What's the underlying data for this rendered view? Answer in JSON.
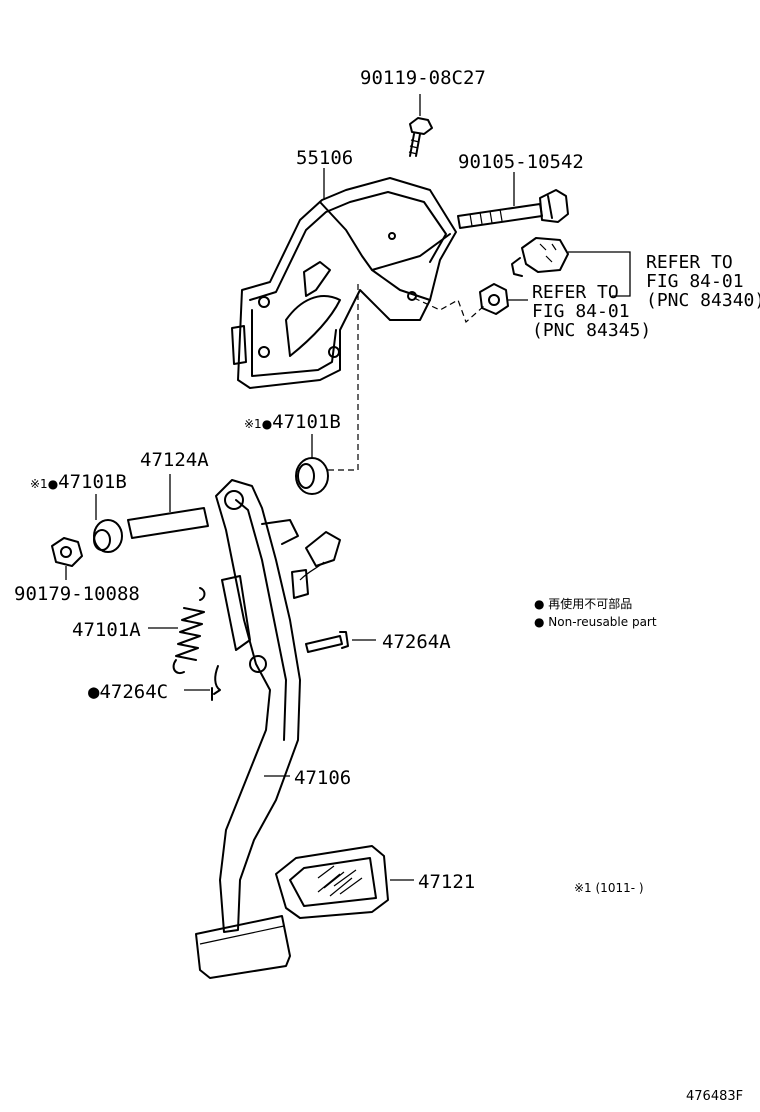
{
  "labels": {
    "bolt_top": "90119-08C27",
    "bracket": "55106",
    "bolt_long": "90105-10542",
    "refer_a_1": "REFER TO",
    "refer_a_2": "FIG 84-01",
    "refer_a_3": "(PNC 84340)",
    "refer_b_1": "REFER TO",
    "refer_b_2": "FIG 84-01",
    "refer_b_3": "(PNC 84345)",
    "bushing_right_prefix": "※1●",
    "bushing_right": "47101B",
    "collar": "47124A",
    "bushing_left_prefix": "※1●",
    "bushing_left": "47101B",
    "nut": "90179-10088",
    "spring": "47101A",
    "pin": "47264A",
    "clip_prefix": "●",
    "clip": "47264C",
    "pedal_arm": "47106",
    "pedal_pad": "47121"
  },
  "legend": {
    "line_jp": "● 再使用不可部品",
    "line_en": "● Non-reusable part",
    "note": "※1 (1011-      )"
  },
  "figure_id": "476483F"
}
